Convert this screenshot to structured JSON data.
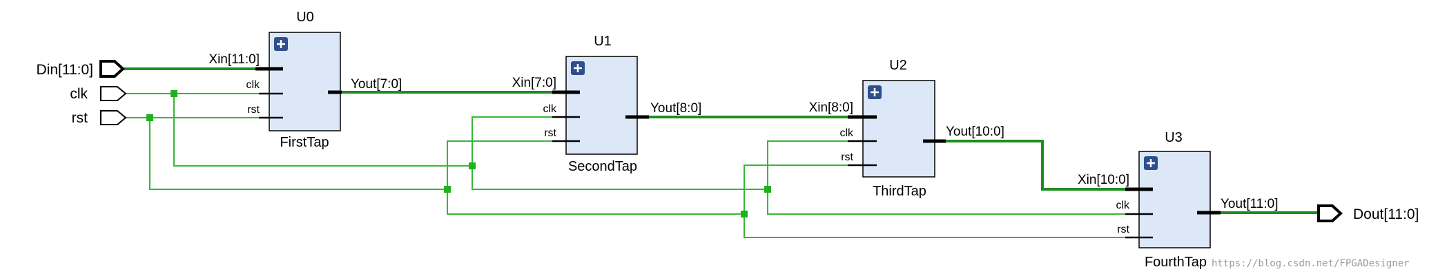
{
  "inputs": [
    {
      "label": "Din[11:0]",
      "bus": true
    },
    {
      "label": "clk",
      "bus": false
    },
    {
      "label": "rst",
      "bus": false
    }
  ],
  "output": {
    "label": "Dout[11:0]"
  },
  "blocks": [
    {
      "instance": "U0",
      "module": "FirstTap",
      "in_bus": "Xin[11:0]",
      "out_bus": "Yout[7:0]",
      "clk": "clk",
      "rst": "rst"
    },
    {
      "instance": "U1",
      "module": "SecondTap",
      "in_bus": "Xin[7:0]",
      "out_bus": "Yout[8:0]",
      "clk": "clk",
      "rst": "rst"
    },
    {
      "instance": "U2",
      "module": "ThirdTap",
      "in_bus": "Xin[8:0]",
      "out_bus": "Yout[10:0]",
      "clk": "clk",
      "rst": "rst"
    },
    {
      "instance": "U3",
      "module": "FourthTap",
      "in_bus": "Xin[10:0]",
      "out_bus": "Yout[11:0]",
      "clk": "clk",
      "rst": "rst"
    }
  ],
  "watermark": "https://blog.csdn.net/FPGADesigner",
  "colors": {
    "bus": "#1f8c1f",
    "wire": "#35b835",
    "block_fill": "#dce8f7",
    "block_icon": "#2e4f8a"
  }
}
